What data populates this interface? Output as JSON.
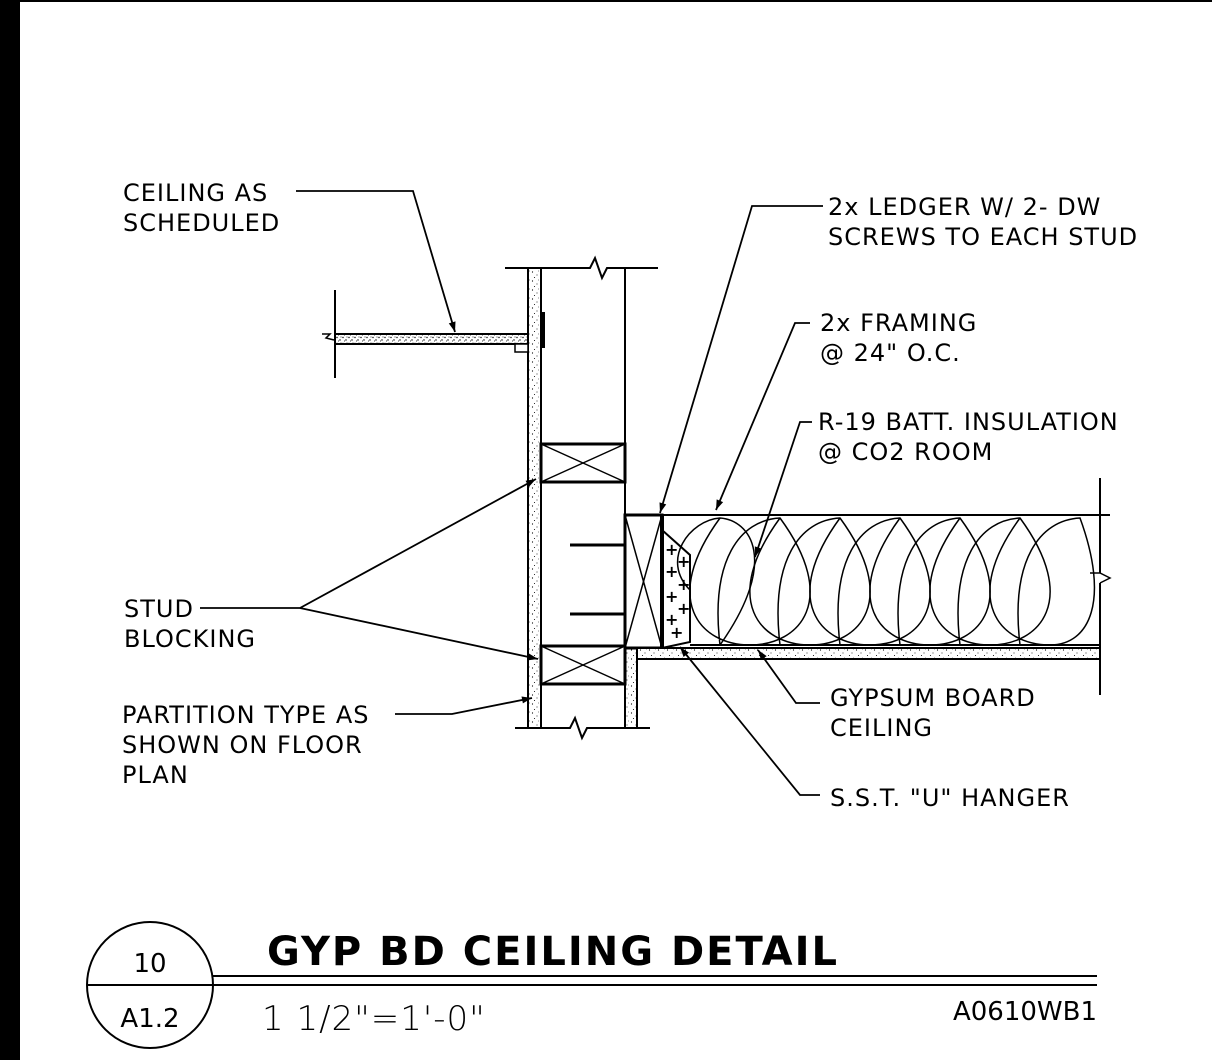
{
  "labels": {
    "ceiling": [
      "CEILING AS",
      "SCHEDULED"
    ],
    "ledger": [
      "2x LEDGER W/ 2- DW",
      "SCREWS TO EACH STUD"
    ],
    "framing": [
      "2x FRAMING",
      "@ 24\" O.C."
    ],
    "insulation": [
      "R-19 BATT. INSULATION",
      "@ CO2 ROOM"
    ],
    "stud_blocking": [
      "STUD",
      "BLOCKING"
    ],
    "partition": [
      "PARTITION TYPE AS",
      "SHOWN ON FLOOR",
      "PLAN"
    ],
    "gypsum": [
      "GYPSUM BOARD",
      "CEILING"
    ],
    "hanger": "S.S.T. \"U\" HANGER"
  },
  "title_block": {
    "detail_number": "10",
    "sheet_number": "A1.2",
    "title": "GYP BD CEILING DETAIL",
    "scale": "1 1/2\"=1'-0\"",
    "drawing_code": "A0610WB1"
  }
}
